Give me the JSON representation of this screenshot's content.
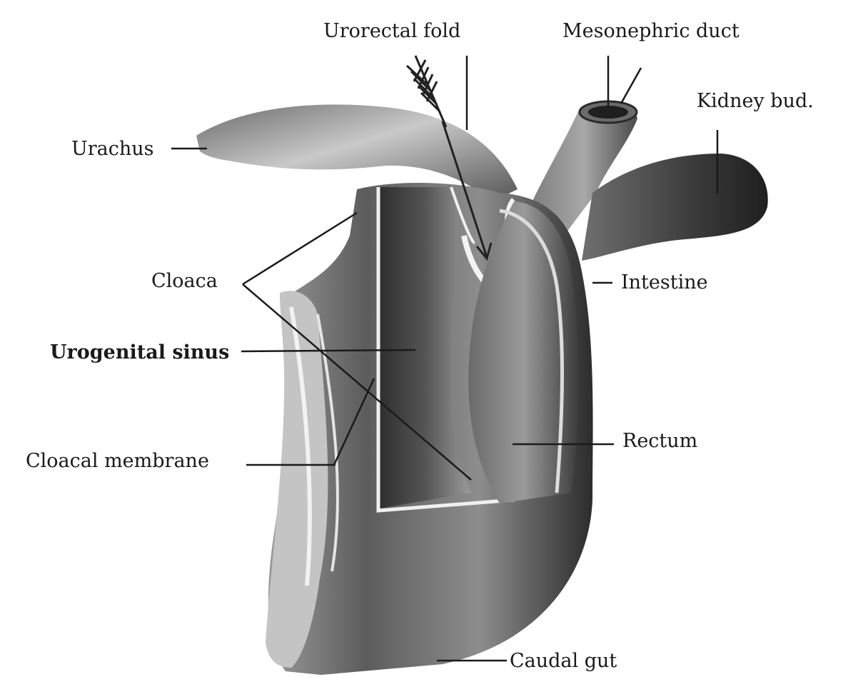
{
  "labels": {
    "urorectal_fold": "Urorectal fold",
    "mesonephric_duct": "Mesonephric duct",
    "kidney_bud": "Kidney bud.",
    "urachus": "Urachus",
    "cloaca": "Cloaca",
    "intestine": "Intestine",
    "urogenital_sinus": "Urogenital sinus",
    "rectum": "Rectum",
    "cloacal_membrane": "Cloacal membrane",
    "caudal_gut": "Caudal gut"
  },
  "colors": {
    "background": "#ffffff",
    "tissue_light": "#bdbdbd",
    "tissue_mid": "#7d7d7d",
    "tissue_dark": "#2e2e2e",
    "line": "#1a1a1a"
  }
}
